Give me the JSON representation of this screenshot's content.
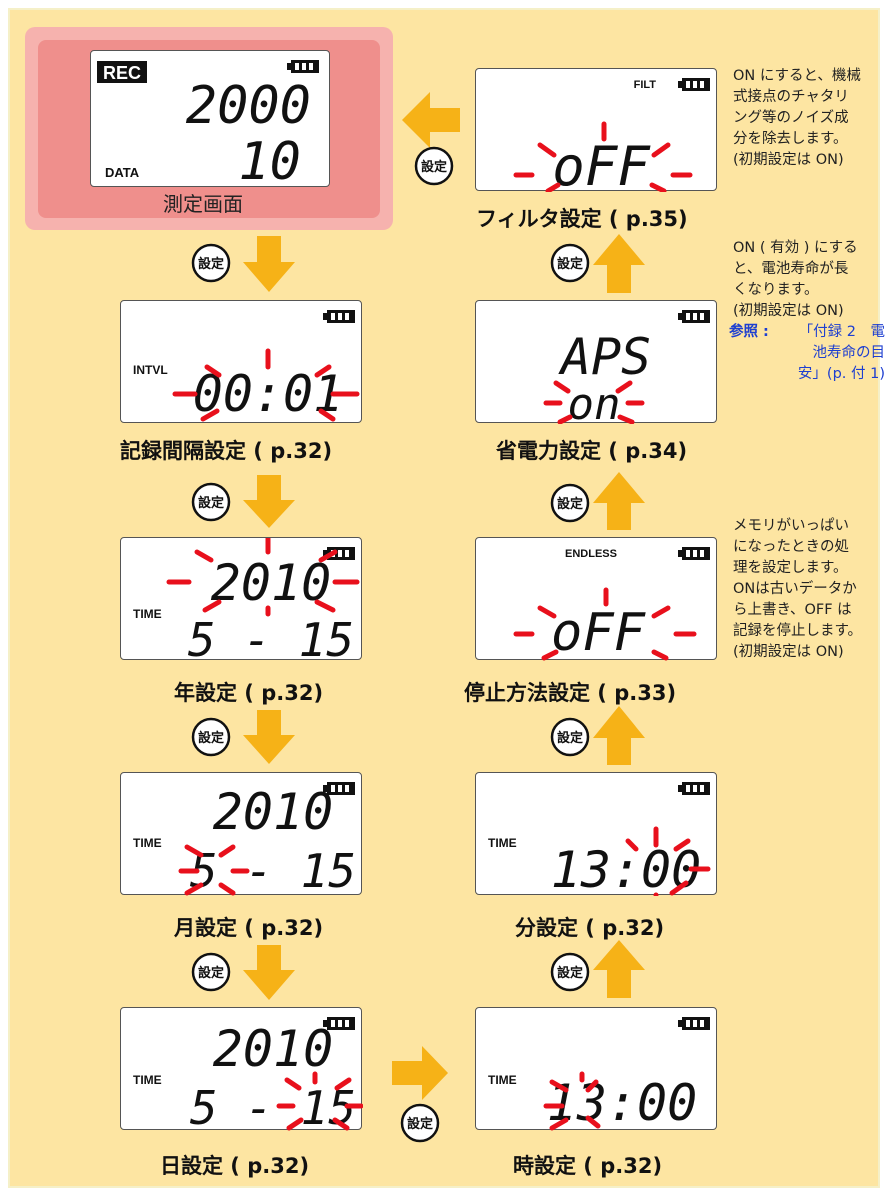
{
  "captions": {
    "measure": "測定画面",
    "filter": "フィルタ設定 ( p.35)",
    "power": "省電力設定 ( p.34)",
    "interval": "記録間隔設定 ( p.32)",
    "stop": "停止方法設定 ( p.33)",
    "year": "年設定 ( p.32)",
    "minute": "分設定 ( p.32)",
    "month": "月設定 ( p.32)",
    "day": "日設定 ( p.32)",
    "hour": "時設定 ( p.32)"
  },
  "button_label": "設定",
  "screens": {
    "measure": {
      "badge": "REC",
      "top": "2000",
      "bottom": "10",
      "label": "DATA"
    },
    "filter": {
      "indicator": "FILT",
      "value": "oFF"
    },
    "interval": {
      "label": "INTVL",
      "value": "00:01"
    },
    "power": {
      "top": "APS",
      "value": "on"
    },
    "year": {
      "label": "TIME",
      "top": "2010",
      "bottom": "5 - 15"
    },
    "stop": {
      "indicator": "ENDLESS",
      "value": "oFF"
    },
    "month": {
      "label": "TIME",
      "top": "2010",
      "bottom": "5 - 15"
    },
    "minute": {
      "label": "TIME",
      "value": "13:00"
    },
    "day": {
      "label": "TIME",
      "top": "2010",
      "bottom": "5 - 15"
    },
    "hour": {
      "label": "TIME",
      "value": "13:00"
    }
  },
  "notes": {
    "filter": [
      "ON にすると、機械",
      "式接点のチャタリ",
      "ング等のノイズ成",
      "分を除去します。",
      "(初期設定は ON)"
    ],
    "power": [
      "ON ( 有効 ) にする",
      "と、電池寿命が長",
      "くなります。",
      "(初期設定は ON)"
    ],
    "power_ref_label": "参照 :",
    "power_ref_lines": [
      "「付録 2　電",
      "池寿命の目",
      "安」(p. 付 1)"
    ],
    "stop": [
      "メモリがいっぱい",
      "になったときの処",
      "理を設定します。",
      "ONは古いデータか",
      "ら上書き、OFF は",
      "記録を停止します。",
      "(初期設定は ON)"
    ]
  },
  "colors": {
    "panel": "#fde5a2",
    "arrow": "#f6b217",
    "blink": "#e8101c",
    "measure_bg": "#f6b2ae",
    "measure_inner": "#ef8f8c",
    "reference": "#1e3fd0"
  }
}
